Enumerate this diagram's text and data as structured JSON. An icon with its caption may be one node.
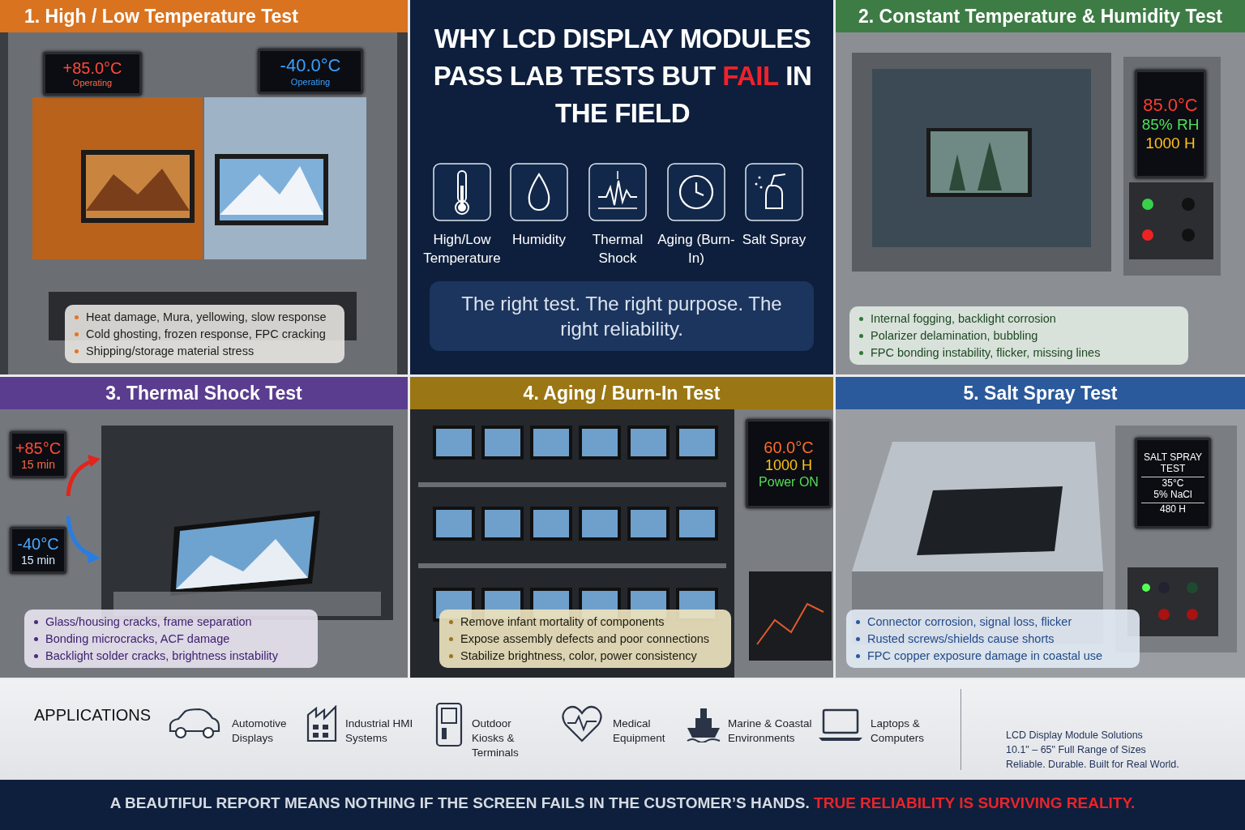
{
  "diagram": {
    "title": "WHY LCD DISPLAY MODULES PASS LAB TESTS BUT **FAIL** IN THE FIELD",
    "caption": "A BEAUTIFUL REPORT MEANS NOTHING IF THE SCREEN FAILS IN THE CUSTOMER’S HANDS. **TRUE RELIABILITY IS SURVIVING REALITY.**",
    "nodes": [
      {
        "text": [
          "1. High / Low Temperature Test"
        ]
      },
      {
        "text": [
          "+85.0°C",
          "Operating"
        ],
        "in": 0
      },
      {
        "text": [
          "-40.0°C",
          "Operating"
        ],
        "in": 0
      },
      {
        "text": [
          "Heat damage, Mura, yellowing, slow response",
          "Cold ghosting, frozen response, FPC cracking",
          "Shipping/storage material stress"
        ],
        "in": 0
      },
      {
        "text": [
          "The right test. The right purpose. The right reliability."
        ]
      },
      {
        "text": [
          "2. Constant Temperature & Humidity Test"
        ]
      },
      {
        "text": [
          "85.0°C",
          "85% RH",
          "1000 H"
        ],
        "in": 5
      },
      {
        "text": [
          "Internal fogging, backlight corrosion",
          "Polarizer delamination, bubbling",
          "FPC bonding instability, flicker, missing lines"
        ],
        "in": 5
      },
      {
        "text": [
          "3. Thermal Shock Test"
        ]
      },
      {
        "text": [
          "+85°C",
          "15 min"
        ],
        "in": 8
      },
      {
        "text": [
          "-40°C",
          "15 min"
        ],
        "in": 8
      },
      {
        "text": [
          "Glass/housing cracks, frame separation",
          "Bonding microcracks, ACF damage",
          "Backlight solder cracks, brightness instability"
        ],
        "in": 8
      },
      {
        "text": [
          "4. Aging / Burn-In Test"
        ]
      },
      {
        "text": [
          "60.0°C",
          "1000 H",
          "Power ON"
        ],
        "in": 12
      },
      {
        "text": [
          "Remove infant mortality of components",
          "Expose assembly defects and poor connections",
          "Stabilize brightness, color, power consistency"
        ],
        "in": 12
      },
      {
        "text": [
          "5. Salt Spray Test"
        ]
      },
      {
        "text": [
          "SALT SPRAY TEST",
          "35°C",
          "5% NaCl",
          "480 H"
        ],
        "in": 15
      },
      {
        "text": [
          "Connector corrosion, signal loss, flicker",
          "Rusted screws/shields cause shorts",
          "FPC copper exposure damage in coastal use"
        ],
        "in": 15
      }
    ],
    "labels": [
      "High/Low Temperature",
      "Humidity",
      "Thermal Shock",
      "Aging (Burn-In)",
      "Salt Spray",
      "APPLICATIONS",
      "Automotive Displays",
      "Industrial HMI Systems",
      "Outdoor Kiosks & Terminals",
      "Medical Equipment",
      "Marine & Coastal Environments",
      "Laptops & Computers",
      "LCD Display Module Solutions",
      "10.1\" – 65\" Full Range of Sizes",
      "Reliable. Durable. Built for Real World."
    ]
  }
}
